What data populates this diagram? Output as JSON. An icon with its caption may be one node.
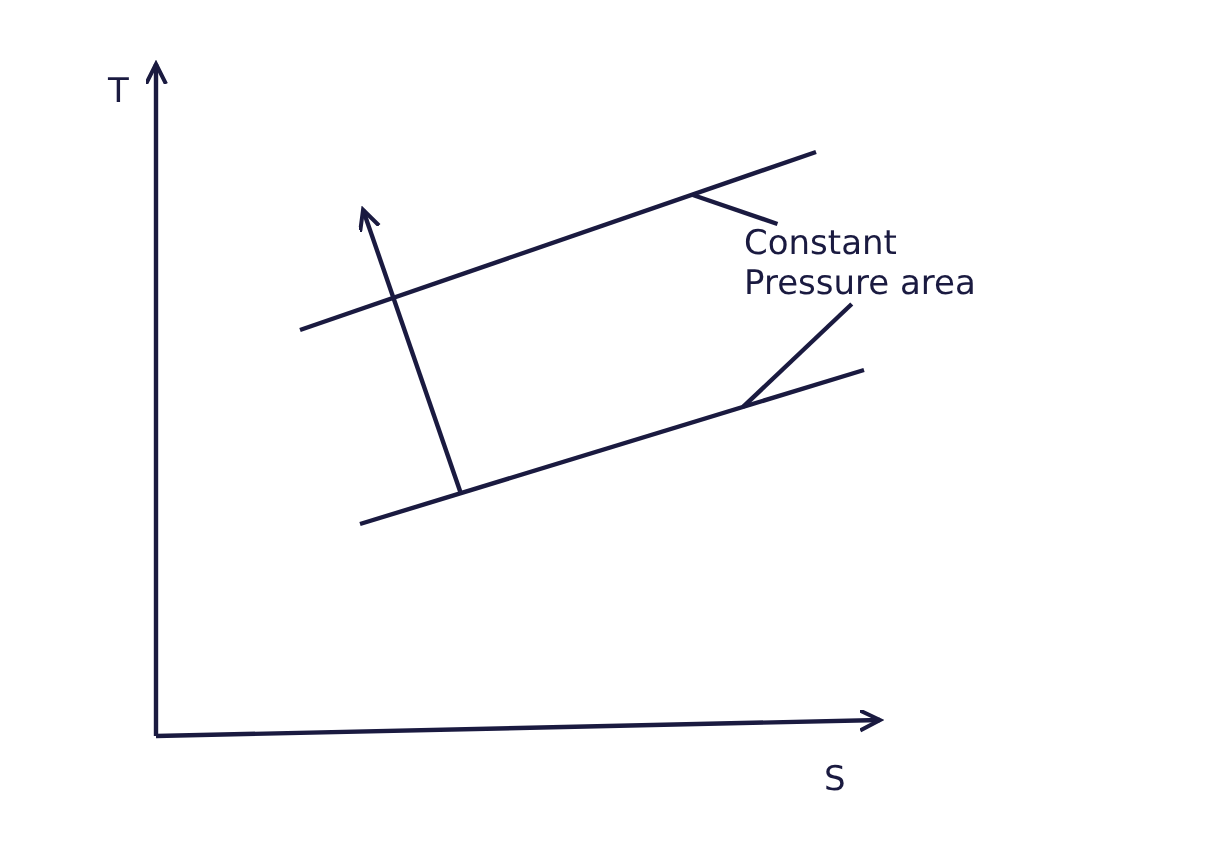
{
  "diagram": {
    "nodes": [
      {
        "text": [
          "Constant Pressure area"
        ]
      },
      {
        "text": [],
        "shape": "line"
      },
      {
        "text": [],
        "shape": "line"
      }
    ],
    "edges": [
      {
        "from": 0,
        "to": 1,
        "arrow": "none"
      },
      {
        "from": 0,
        "to": 2,
        "arrow": "none"
      },
      {
        "from": 2,
        "to": 1,
        "arrow": "to"
      }
    ],
    "labels": [
      "T",
      "S"
    ]
  }
}
